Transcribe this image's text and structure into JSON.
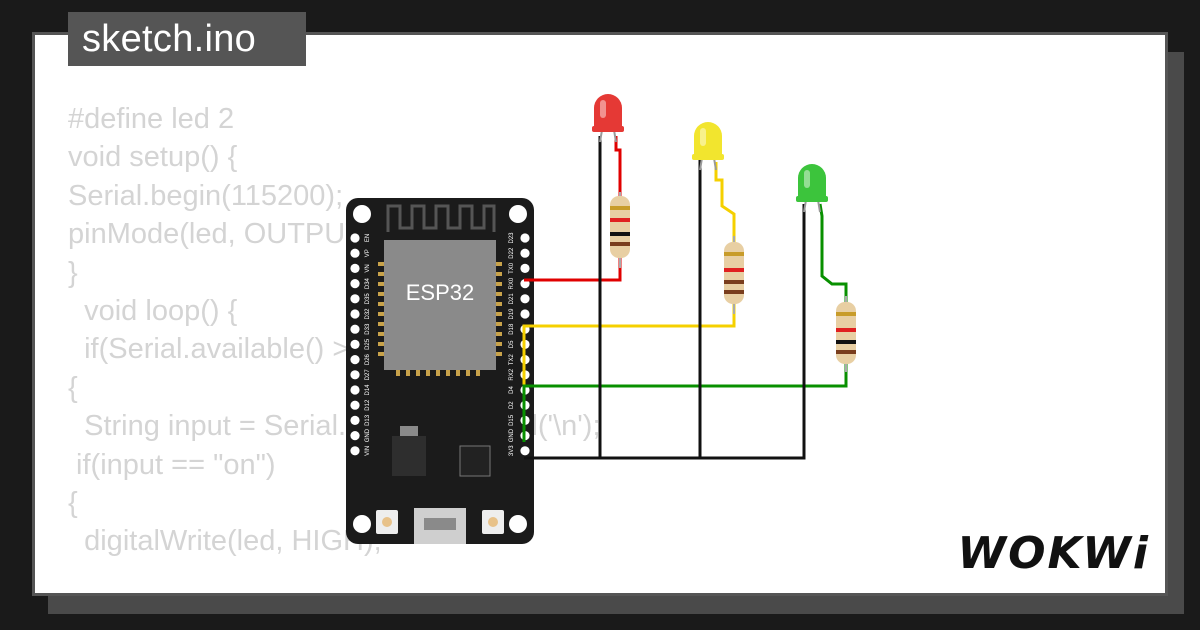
{
  "file_tab": {
    "name": "sketch.ino"
  },
  "code_lines": [
    "#define led 2",
    "void setup() {",
    "Serial.begin(115200);",
    "pinMode(led, OUTPUT);",
    "}",
    "  void loop() {",
    "  if(Serial.available() > 0)",
    "{",
    "  String input = Serial.readStringUntil('\\n');",
    " if(input == \"on\")",
    "{",
    "  digitalWrite(led, HIGH);"
  ],
  "board": {
    "chip_label": "ESP32",
    "left_pins": [
      "EN",
      "VP",
      "VN",
      "D34",
      "D35",
      "D32",
      "D33",
      "D25",
      "D26",
      "D27",
      "D14",
      "D12",
      "D13",
      "GND",
      "VIN"
    ],
    "right_pins": [
      "D23",
      "D22",
      "TX0",
      "RX0",
      "D21",
      "D19",
      "D18",
      "D5",
      "TX2",
      "RX2",
      "D4",
      "D2",
      "D15",
      "GND",
      "3V3"
    ]
  },
  "leds": [
    {
      "name": "red",
      "color": "#e53935"
    },
    {
      "name": "yellow",
      "color": "#f2e52e"
    },
    {
      "name": "green",
      "color": "#3cc43c"
    }
  ],
  "colors": {
    "wire_red": "#e00000",
    "wire_yellow": "#f5d000",
    "wire_green": "#089000",
    "wire_black": "#111111",
    "board": "#1b1b1b",
    "chip": "#8a8a8a"
  },
  "brand": {
    "name": "WOKWi"
  }
}
